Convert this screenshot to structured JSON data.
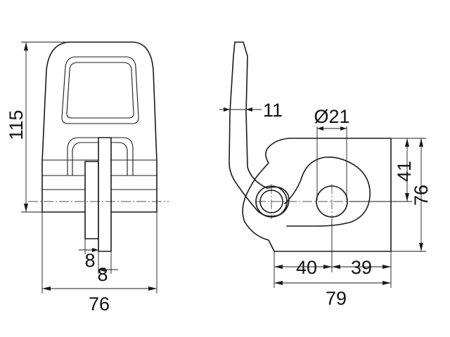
{
  "dimensions": {
    "front_height": "115",
    "front_width": "76",
    "front_plate_left": "8",
    "front_plate_right": "8",
    "side_lever_thickness": "11",
    "side_hole_diameter": "Ø21",
    "side_hole_height": "41",
    "side_height": "76",
    "side_left_offset": "40",
    "side_right_offset": "39",
    "side_width": "79"
  },
  "colors": {
    "line": "#1a1a1a",
    "background": "#ffffff"
  }
}
